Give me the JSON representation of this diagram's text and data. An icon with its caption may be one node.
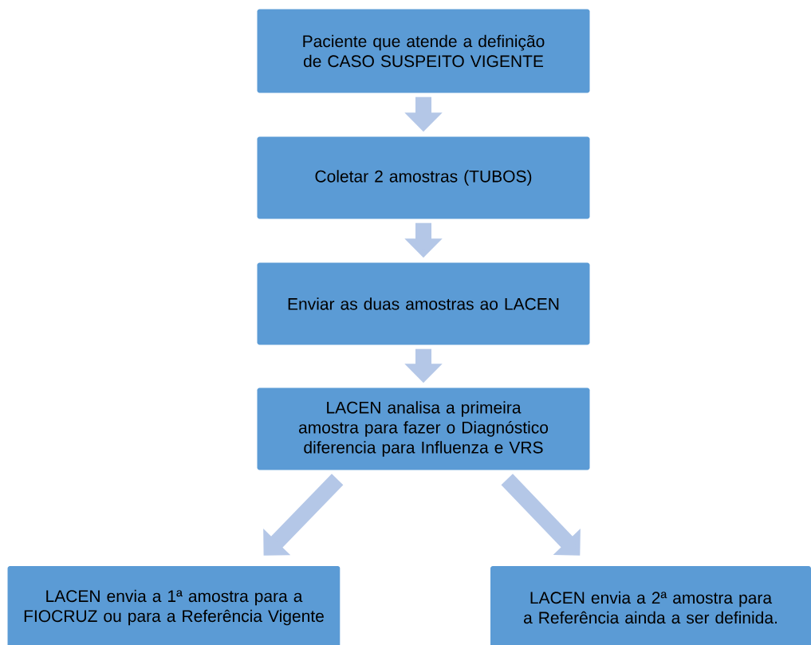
{
  "diagram": {
    "nodes": [
      {
        "text": [
          "Paciente que atende a definição de CASO SUSPEITO VIGENTE"
        ]
      },
      {
        "text": [
          "Coletar 2 amostras (TUBOS)"
        ]
      },
      {
        "text": [
          "Enviar as duas amostras ao LACEN"
        ]
      },
      {
        "text": [
          "LACEN analisa a primeira amostra para fazer o Diagnóstico diferencia para Influenza e VRS"
        ]
      },
      {
        "text": [
          "LACEN envia a 1ª amostra para a FIOCRUZ ou para a Referência Vigente"
        ]
      },
      {
        "text": [
          "LACEN envia a 2ª amostra para a Referência ainda a ser definida."
        ]
      }
    ],
    "edges": [
      {
        "from": 0,
        "to": 1,
        "arrow": "to"
      },
      {
        "from": 1,
        "to": 2,
        "arrow": "to"
      },
      {
        "from": 2,
        "to": 3,
        "arrow": "to"
      },
      {
        "from": 3,
        "to": 4,
        "arrow": "to"
      },
      {
        "from": 3,
        "to": 5,
        "arrow": "to"
      }
    ]
  }
}
